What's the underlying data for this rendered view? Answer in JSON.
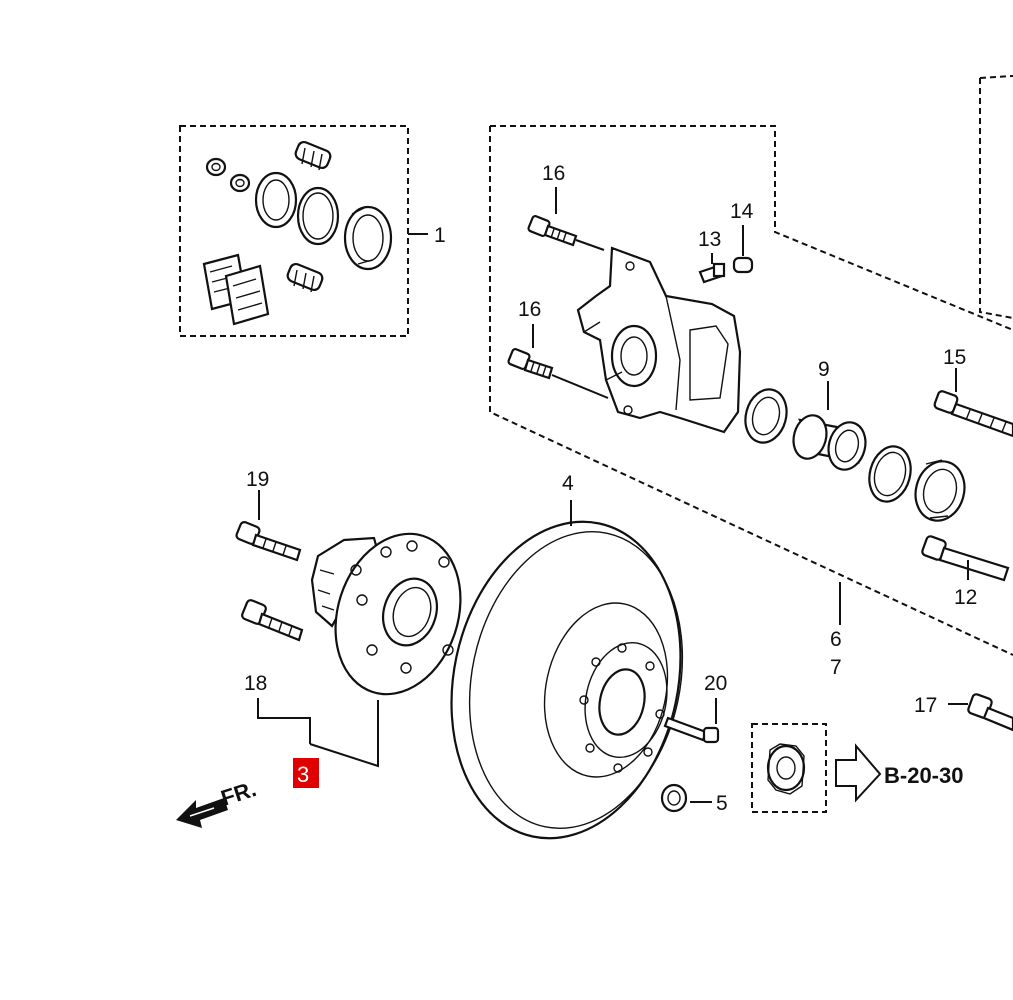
{
  "labels": {
    "p1": "1",
    "p3": "3",
    "p4": "4",
    "p5": "5",
    "p6": "6",
    "p7": "7",
    "p9": "9",
    "p12": "12",
    "p13": "13",
    "p14": "14",
    "p15": "15",
    "p16a": "16",
    "p16b": "16",
    "p17": "17",
    "p18": "18",
    "p19": "19",
    "p20": "20"
  },
  "reference": "B-20-30",
  "front_indicator": "FR.",
  "colors": {
    "line": "#111111",
    "highlight": "#e00000",
    "background": "#ffffff"
  }
}
